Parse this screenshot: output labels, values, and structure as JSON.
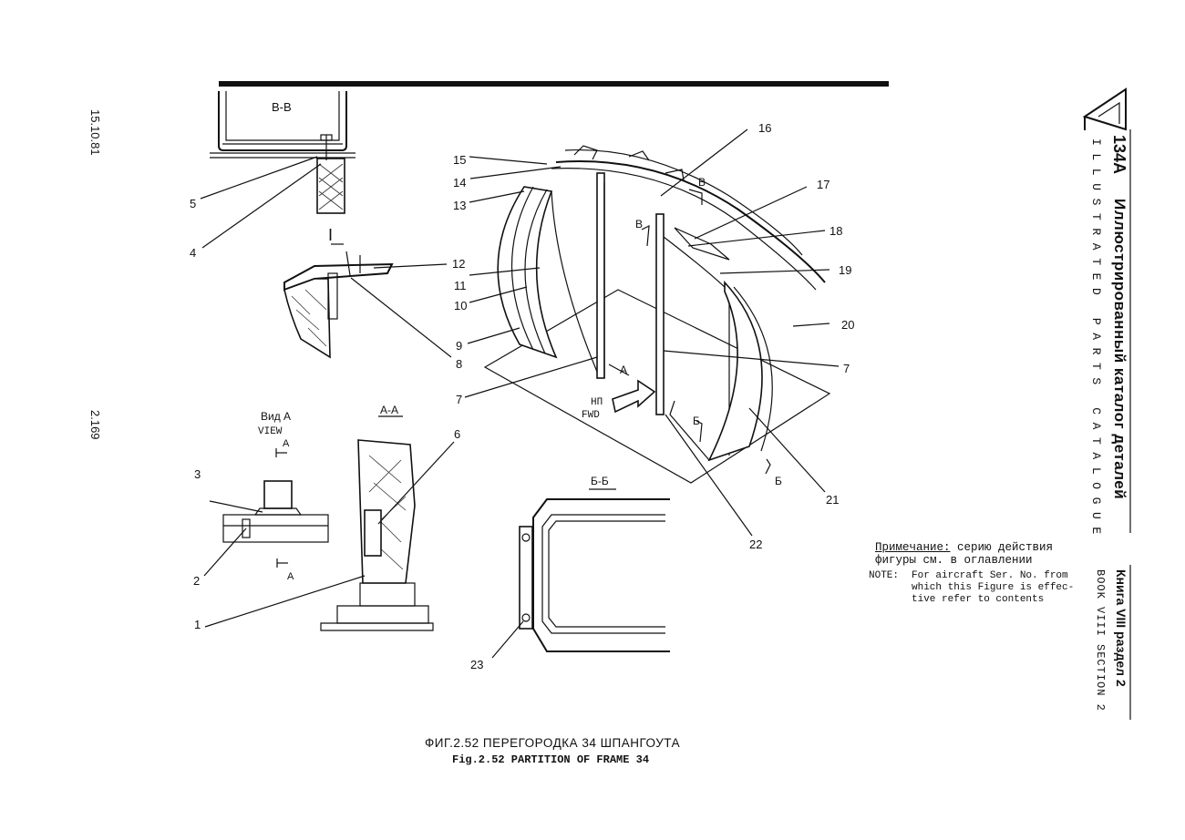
{
  "margin": {
    "date": "15.10.81",
    "page": "2.169"
  },
  "header": {
    "model": "134A",
    "title_ru": "Иллюстрированный каталог деталей",
    "title_en": "ILLUSTRATED PARTS CATALOGUE",
    "book_ru": "Книга VIII раздел 2",
    "book_en": "BOOK VIII SECTION 2"
  },
  "views": {
    "bb": "В-В",
    "detail": "I",
    "vid_a": "Вид А",
    "view_en": "VIEW",
    "aa": "А-А",
    "bb2": "Б-Б",
    "arrow_a": "А",
    "arrow_v": "В",
    "arrow_b": "Б",
    "fwd_ru": "НП",
    "fwd_en": "FWD"
  },
  "callouts": [
    "1",
    "2",
    "3",
    "4",
    "5",
    "6",
    "7",
    "8",
    "9",
    "10",
    "11",
    "12",
    "13",
    "14",
    "15",
    "16",
    "17",
    "18",
    "19",
    "20",
    "21",
    "22",
    "23"
  ],
  "note": {
    "ru_label": "Примечание:",
    "ru_line1": "серию действия",
    "ru_line2": "фигуры см. в оглавлении",
    "en_label": "NOTE:",
    "en_line1": "For aircraft Ser. No. from",
    "en_line2": "which this Figure is effec-",
    "en_line3": "tive refer to contents"
  },
  "caption": {
    "ru": "ФИГ.2.52 ПЕРЕГОРОДКА 34 ШПАНГОУТА",
    "en": "Fig.2.52  PARTITION OF FRAME 34"
  }
}
